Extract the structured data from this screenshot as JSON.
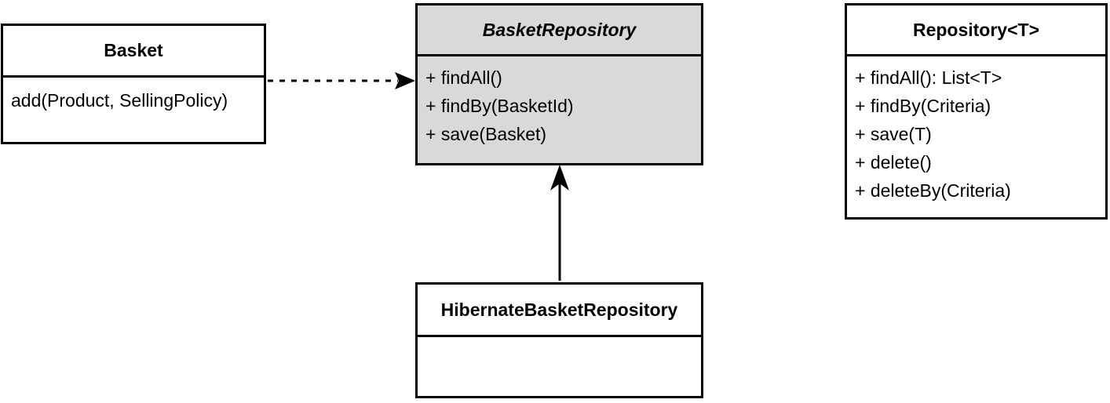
{
  "diagram": {
    "kind": "uml-class-diagram",
    "background": "#ffffff",
    "line_color": "#000000",
    "shaded_fill": "#d9d9d9"
  },
  "classes": {
    "basket": {
      "name": "Basket",
      "stereotype": "",
      "members": [
        "add(Product, SellingPolicy)"
      ]
    },
    "basket_repository": {
      "name": "BasketRepository",
      "stereotype": "interface",
      "members": [
        "+ findAll()",
        "+ findBy(BasketId)",
        "+ save(Basket)"
      ]
    },
    "repository_t": {
      "name": "Repository<T>",
      "stereotype": "",
      "members": [
        "+ findAll(): List<T>",
        "+ findBy(Criteria)",
        "+ save(T)",
        "+ delete()",
        "+ deleteBy(Criteria)"
      ]
    },
    "hibernate_basket_repository": {
      "name": "HibernateBasketRepository",
      "stereotype": "",
      "members": []
    }
  },
  "connectors": {
    "basket_to_basket_repository": {
      "label": "",
      "style": "dashed",
      "arrow": "filled-open",
      "from": "Basket",
      "to": "BasketRepository"
    },
    "hibernate_to_basket_repository": {
      "label": "",
      "style": "solid",
      "arrow": "filled-concave",
      "from": "HibernateBasketRepository",
      "to": "BasketRepository"
    },
    "hibernate_to_repository_t": {
      "label": "",
      "style": "solid",
      "arrow": "filled-open",
      "from": "HibernateBasketRepository",
      "to": "Repository<T>"
    }
  }
}
